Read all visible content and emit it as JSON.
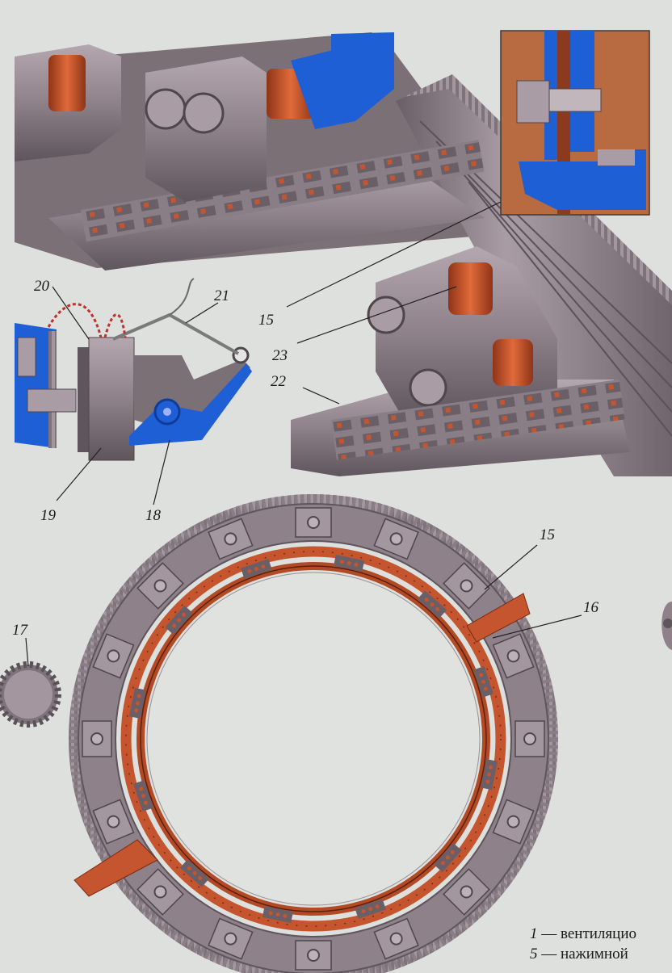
{
  "callouts": {
    "c15_top": "15",
    "c15_ring": "15",
    "c16": "16",
    "c17": "17",
    "c18": "18",
    "c19": "19",
    "c20": "20",
    "c21": "21",
    "c22": "22",
    "c23": "23"
  },
  "legend": [
    {
      "num": "1",
      "text": "— вентиляцио"
    },
    {
      "num": "5",
      "text": "— нажимной"
    }
  ],
  "colors": {
    "background": "#dde0dc",
    "metal": "#8e8189",
    "metal_light": "#a89aa2",
    "metal_dark": "#5e545b",
    "copper": "#c4552e",
    "insulation_blue": "#1f5fd6",
    "brass": "#b86a40"
  }
}
